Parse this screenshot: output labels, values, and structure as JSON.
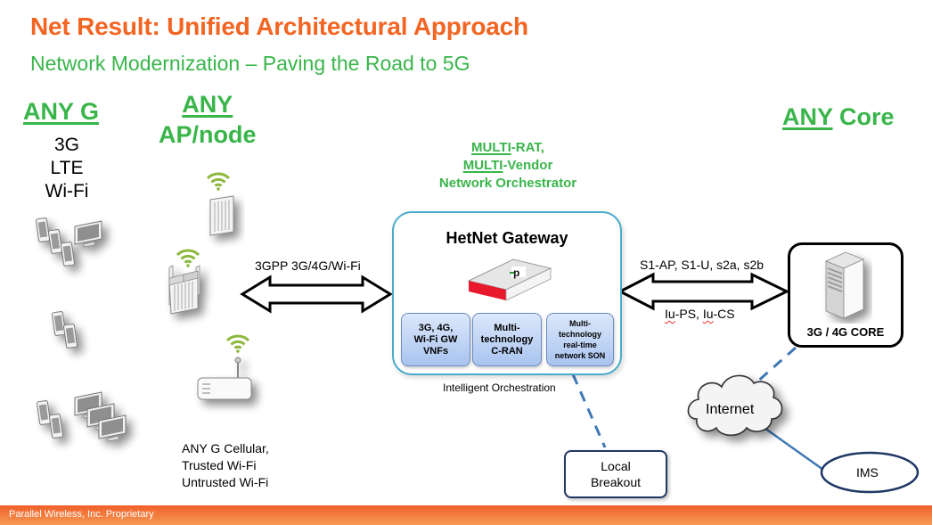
{
  "slide": {
    "title": "Net Result: Unified Architectural Approach",
    "subtitle": "Network Modernization – Paving the Road to 5G"
  },
  "any_g": {
    "heading": "ANY G",
    "technologies": [
      "3G",
      "LTE",
      "Wi-Fi"
    ],
    "device_groups": [
      "phones-and-monitor",
      "two-phones",
      "phones-and-monitors"
    ]
  },
  "any_ap": {
    "heading_line1": "ANY",
    "heading_line2": "AP/node",
    "nodes": [
      "small-cell-wifi",
      "outdoor-radio-wifi",
      "wifi-router"
    ],
    "caption": [
      "ANY G Cellular,",
      "Trusted Wi-Fi",
      "Untrusted Wi-Fi"
    ]
  },
  "orchestrator": {
    "multi1": "MULTI",
    "rat": "-RAT,",
    "multi2": "MULTI",
    "vendor": "-Vendor",
    "line3": "Network Orchestrator"
  },
  "gateway": {
    "title": "HetNet Gateway",
    "modules": [
      {
        "lines": [
          "3G, 4G,",
          "Wi-Fi GW",
          "VNFs"
        ]
      },
      {
        "lines": [
          "Multi-",
          "technology",
          "C-RAN"
        ]
      },
      {
        "lines": [
          "Multi-",
          "technology",
          "real-time",
          "network SON"
        ]
      }
    ],
    "caption": "Intelligent Orchestration",
    "accent_color": "#4aabc9",
    "device_stripe_color": "#e8192c"
  },
  "links": {
    "access": "3GPP 3G/4G/Wi-Fi",
    "core_top": "S1-AP, S1-U, s2a, s2b",
    "core_bottom_iu1": "Iu",
    "core_bottom_ps": "-PS, ",
    "core_bottom_iu2": "Iu",
    "core_bottom_cs": "-CS"
  },
  "any_core": {
    "heading_any": "ANY",
    "heading_core": "Core",
    "core_label": "3G / 4G CORE"
  },
  "network": {
    "internet": "Internet",
    "ims": "IMS",
    "local_breakout_line1": "Local",
    "local_breakout_line2": "Breakout",
    "line_color": "#3f78b5"
  },
  "footer": {
    "text": "Parallel Wireless, Inc. Proprietary"
  },
  "colors": {
    "title": "#f26522",
    "green": "#39b54a",
    "wifi": "#8cb83c"
  }
}
